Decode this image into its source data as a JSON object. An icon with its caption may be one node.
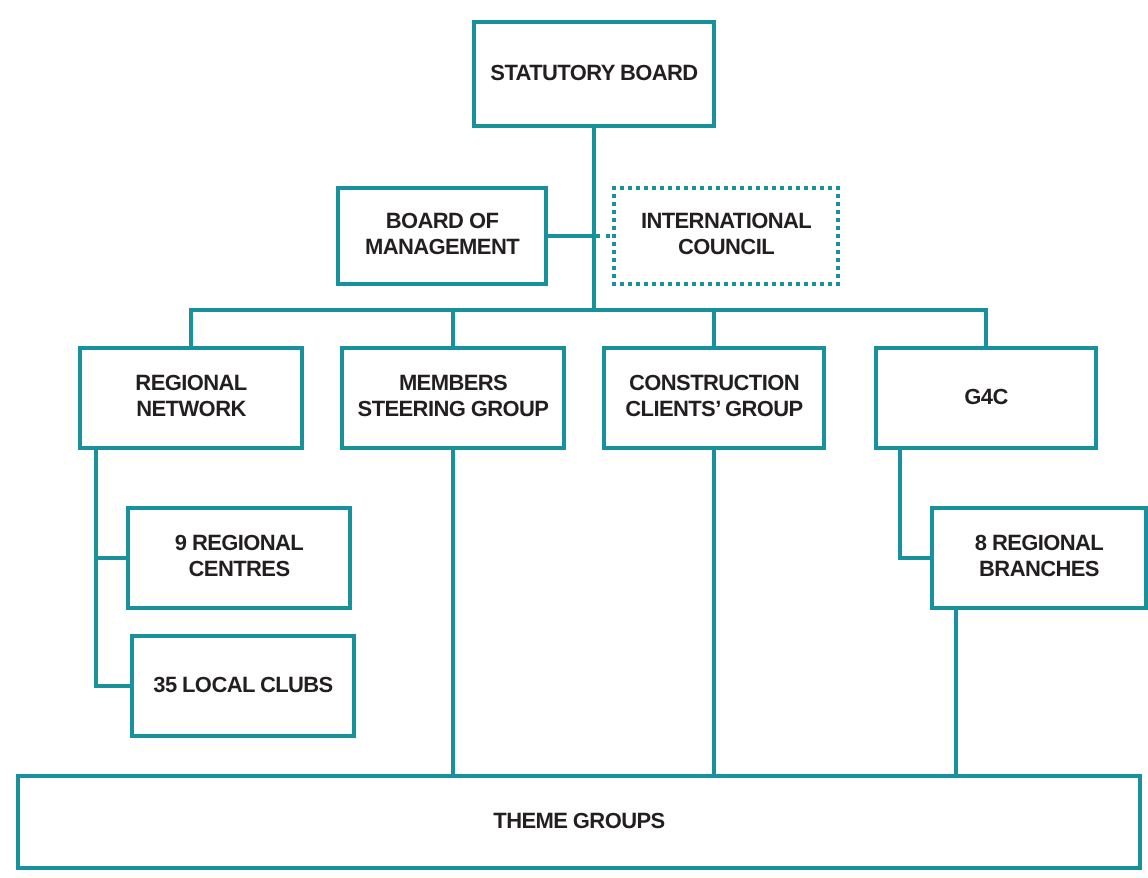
{
  "diagram": {
    "nodes": [
      {
        "text": [
          "STATUTORY BOARD"
        ]
      },
      {
        "text": [
          "BOARD OF MANAGEMENT"
        ]
      },
      {
        "text": [
          "INTERNATIONAL COUNCIL"
        ]
      },
      {
        "text": [
          "REGIONAL NETWORK"
        ]
      },
      {
        "text": [
          "MEMBERS STEERING GROUP"
        ]
      },
      {
        "text": [
          "CONSTRUCTION CLIENTS’ GROUP"
        ]
      },
      {
        "text": [
          "G4C"
        ]
      },
      {
        "text": [
          "9 REGIONAL CENTRES"
        ]
      },
      {
        "text": [
          "35 LOCAL CLUBS"
        ]
      },
      {
        "text": [
          "8 REGIONAL BRANCHES"
        ]
      },
      {
        "text": [
          "THEME GROUPS"
        ]
      }
    ],
    "edges": [
      {
        "from": 0,
        "to": 1,
        "arrow": "none"
      },
      {
        "from": 0,
        "to": 2,
        "arrow": "none",
        "style": "dashed"
      },
      {
        "from": 0,
        "to": 3,
        "arrow": "none"
      },
      {
        "from": 0,
        "to": 4,
        "arrow": "none"
      },
      {
        "from": 0,
        "to": 5,
        "arrow": "none"
      },
      {
        "from": 0,
        "to": 6,
        "arrow": "none"
      },
      {
        "from": 3,
        "to": 7,
        "arrow": "none"
      },
      {
        "from": 3,
        "to": 8,
        "arrow": "none"
      },
      {
        "from": 6,
        "to": 9,
        "arrow": "none"
      },
      {
        "from": 4,
        "to": 10,
        "arrow": "none"
      },
      {
        "from": 5,
        "to": 10,
        "arrow": "none"
      },
      {
        "from": 9,
        "to": 10,
        "arrow": "none"
      }
    ]
  }
}
